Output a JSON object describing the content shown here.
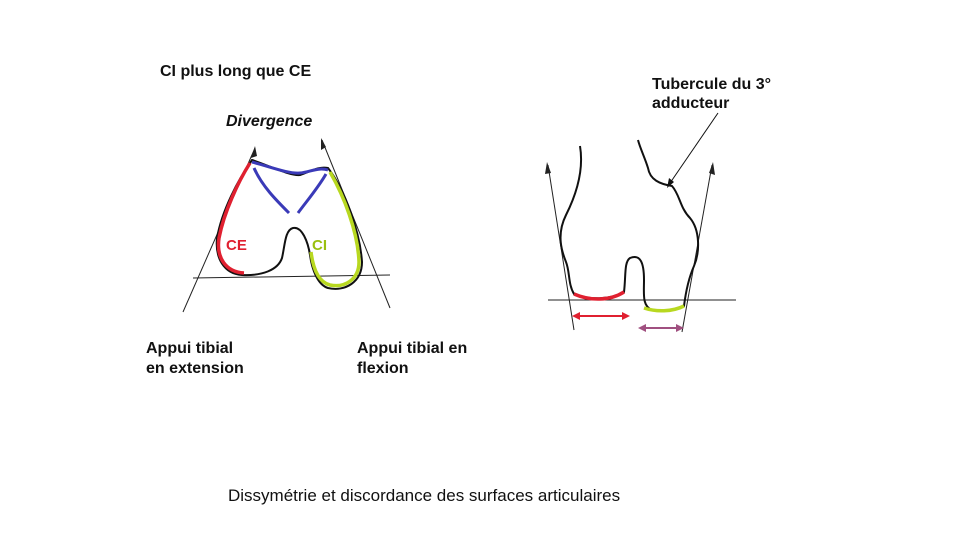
{
  "left_panel": {
    "title": "CI plus long que CE",
    "divergence": "Divergence",
    "label_ce": "CE",
    "label_ci": "CI",
    "extension_line1": "Appui tibial",
    "extension_line2": "en extension",
    "flexion_line1": "Appui tibial en",
    "flexion_line2": "flexion"
  },
  "right_panel": {
    "tubercle_line1": "Tubercule du 3°",
    "tubercle_line2": "adducteur"
  },
  "caption": "Dissymétrie et discordance des surfaces articulaires",
  "colors": {
    "ce_red": "#e02030",
    "ci_green": "#b8d820",
    "intercondylar_blue": "#3a3ab8",
    "arrow_purple": "#a05080",
    "outline": "#111111"
  }
}
